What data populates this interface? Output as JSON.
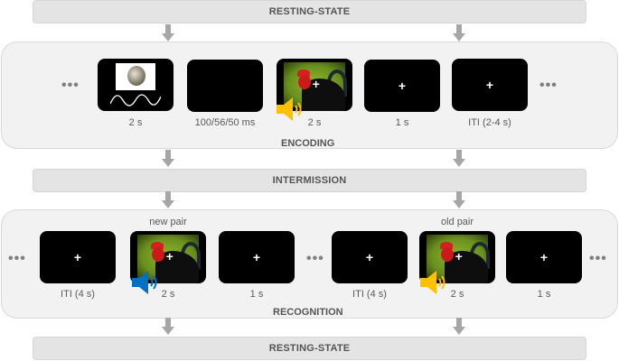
{
  "bands": {
    "top": "RESTING-STATE",
    "middle": "INTERMISSION",
    "bottom": "RESTING-STATE"
  },
  "encoding": {
    "label": "ENCODING",
    "ellipsis": "•••",
    "frames": [
      {
        "content": "sine-wave-tone with globe image",
        "caption": "2 s"
      },
      {
        "content": "blank",
        "caption": "100/56/50 ms"
      },
      {
        "content": "rooster image with fixation cross and speaker",
        "caption": "2 s",
        "speaker_color": "#ffc000"
      },
      {
        "content": "fixation cross",
        "caption": "1 s"
      },
      {
        "content": "fixation cross",
        "caption": "ITI (2-4 s)"
      }
    ]
  },
  "recognition": {
    "label": "RECOGNITION",
    "ellipsis": "•••",
    "new_pair": {
      "label": "new pair",
      "frames": [
        {
          "content": "fixation cross",
          "caption": "ITI (4 s)"
        },
        {
          "content": "rooster image with fixation cross and speaker",
          "caption": "2 s",
          "speaker_color": "#0070c0"
        },
        {
          "content": "fixation cross",
          "caption": "1 s"
        }
      ]
    },
    "old_pair": {
      "label": "old pair",
      "frames": [
        {
          "content": "fixation cross",
          "caption": "ITI (4 s)"
        },
        {
          "content": "rooster image with fixation cross and speaker",
          "caption": "2 s",
          "speaker_color": "#ffc000"
        },
        {
          "content": "fixation cross",
          "caption": "1 s"
        }
      ]
    }
  },
  "symbols": {
    "cross": "+"
  },
  "colors": {
    "band_bg": "#e4e4e4",
    "panel_bg": "#f2f2f2",
    "arrow": "#a6a6a6",
    "speaker_yellow": "#ffc000",
    "speaker_blue": "#0070c0"
  }
}
